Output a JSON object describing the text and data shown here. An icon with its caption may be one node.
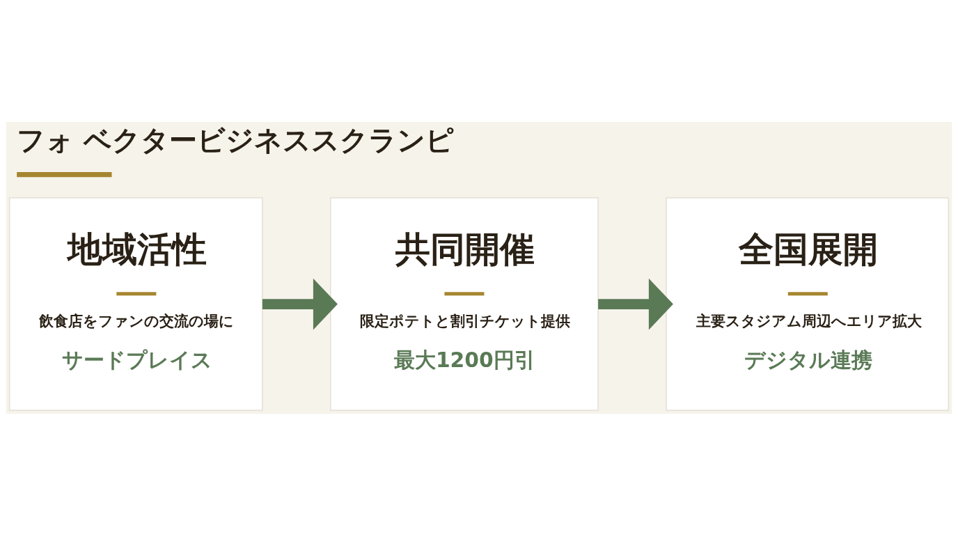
{
  "diagram": {
    "title": "フォ ベクタービジネススクランピ",
    "nodes": [
      {
        "text": [
          "地域活性",
          "飲食店をファンの交流の場に",
          "サードプレイス"
        ]
      },
      {
        "text": [
          "共同開催",
          "限定ポテトと割引チケット提供",
          "最大1200円引"
        ]
      },
      {
        "text": [
          "全国展開",
          "主要スタジアム周辺へエリア拡大",
          "デジタル連携"
        ]
      }
    ],
    "edges": [
      {
        "from": 0,
        "to": 1,
        "arrow": "to"
      },
      {
        "from": 1,
        "to": 2,
        "arrow": "to"
      }
    ]
  }
}
